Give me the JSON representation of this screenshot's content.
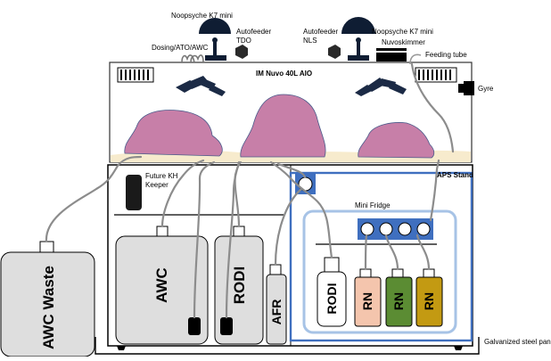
{
  "labels": {
    "noopsyche_left": "Noopsyche K7 mini",
    "noopsyche_right": "Noopsyche K7 mini",
    "autofeeder_tdo_1": "Autofeeder",
    "autofeeder_tdo_2": "TDO",
    "autofeeder_nls_1": "Autofeeder",
    "autofeeder_nls_2": "NLS",
    "dosing": "Dosing/ATO/AWC",
    "nuvoskimmer": "Nuvoskimmer",
    "feeding_tube": "Feeding tube",
    "tank": "IM Nuvo 40L AIO",
    "gyre": "Gyre",
    "future_kh_1": "Future KH",
    "future_kh_2": "Keeper",
    "aps_stand": "APS Stand",
    "mini_fridge": "Mini Fridge",
    "awc": "AWC",
    "rodi": "RODI",
    "afr": "AFR",
    "awc_waste": "AWC Waste",
    "fridge_rodi": "RODI",
    "rn1": "RN",
    "rn2": "RN",
    "rn3": "RN",
    "galvanized": "Galvanized steel pan"
  },
  "colors": {
    "rock": "#c77fa8",
    "sand": "#f7ebcd",
    "container": "#dedede",
    "aps_border": "#3f6fbf",
    "fridge_border": "#a7c3e6",
    "rn1": "#f4c5ad",
    "rn2": "#5b8c33",
    "rn3": "#c39a12",
    "light": "#0f1d33"
  }
}
